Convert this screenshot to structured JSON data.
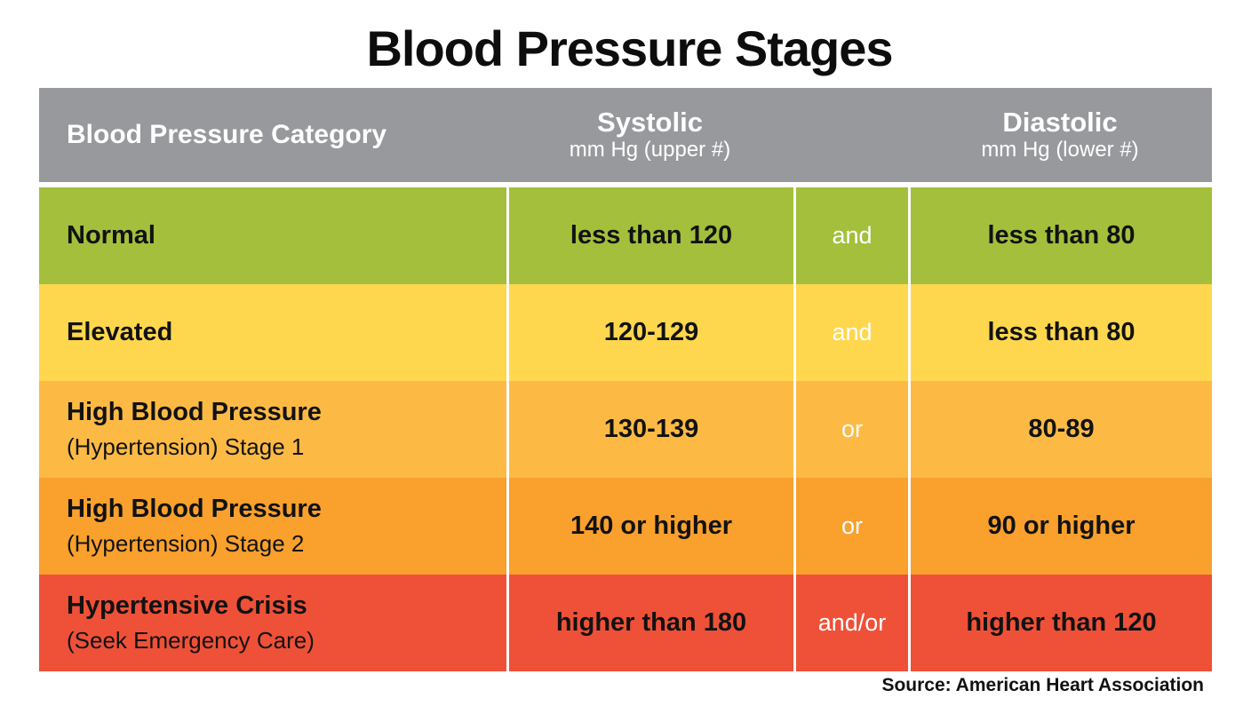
{
  "title": "Blood Pressure Stages",
  "source": "Source: American Heart Association",
  "colors": {
    "header_bg": "#98999c",
    "header_text": "#ffffff",
    "normal_green": "#a4bf3b",
    "elevated_yellow": "#ffd74e",
    "stage1_orange": "#fcba45",
    "stage2_orange": "#f9a02d",
    "crisis_red": "#ee5138",
    "separator_white": "#ffffff",
    "body_text": "#121212"
  },
  "table": {
    "header": {
      "category": "Blood Pressure Category",
      "systolic_label": "Systolic",
      "systolic_sub": "mm Hg (upper #)",
      "diastolic_label": "Diastolic",
      "diastolic_sub": "mm Hg (lower #)",
      "bg": "#98999c"
    },
    "rows": [
      {
        "category": "Normal",
        "category_sub": "",
        "systolic": "less than 120",
        "connector": "and",
        "diastolic": "less than 80",
        "bg": "#a4bf3b"
      },
      {
        "category": "Elevated",
        "category_sub": "",
        "systolic": "120-129",
        "connector": "and",
        "diastolic": "less than 80",
        "bg": "#ffd74e"
      },
      {
        "category": "High Blood Pressure",
        "category_sub": "(Hypertension) Stage 1",
        "systolic": "130-139",
        "connector": "or",
        "diastolic": "80-89",
        "bg": "#fcba45"
      },
      {
        "category": "High Blood Pressure",
        "category_sub": "(Hypertension) Stage 2",
        "systolic": "140 or higher",
        "connector": "or",
        "diastolic": "90 or higher",
        "bg": "#f9a02d"
      },
      {
        "category": "Hypertensive Crisis",
        "category_sub": "(Seek Emergency Care)",
        "systolic": "higher than 180",
        "connector": "and/or",
        "diastolic": "higher than 120",
        "bg": "#ee5138"
      }
    ]
  },
  "chart_data": {
    "type": "table",
    "title": "Blood Pressure Stages",
    "columns": [
      "Blood Pressure Category",
      "Systolic mm Hg (upper #)",
      "Connector",
      "Diastolic mm Hg (lower #)"
    ],
    "rows": [
      [
        "Normal",
        "less than 120",
        "and",
        "less than 80"
      ],
      [
        "Elevated",
        "120-129",
        "and",
        "less than 80"
      ],
      [
        "High Blood Pressure (Hypertension) Stage 1",
        "130-139",
        "or",
        "80-89"
      ],
      [
        "High Blood Pressure (Hypertension) Stage 2",
        "140 or higher",
        "or",
        "90 or higher"
      ],
      [
        "Hypertensive Crisis (Seek Emergency Care)",
        "higher than 180",
        "and/or",
        "higher than 120"
      ]
    ],
    "row_colors": [
      "#a4bf3b",
      "#ffd74e",
      "#fcba45",
      "#f9a02d",
      "#ee5138"
    ],
    "source": "Source: American Heart Association"
  }
}
